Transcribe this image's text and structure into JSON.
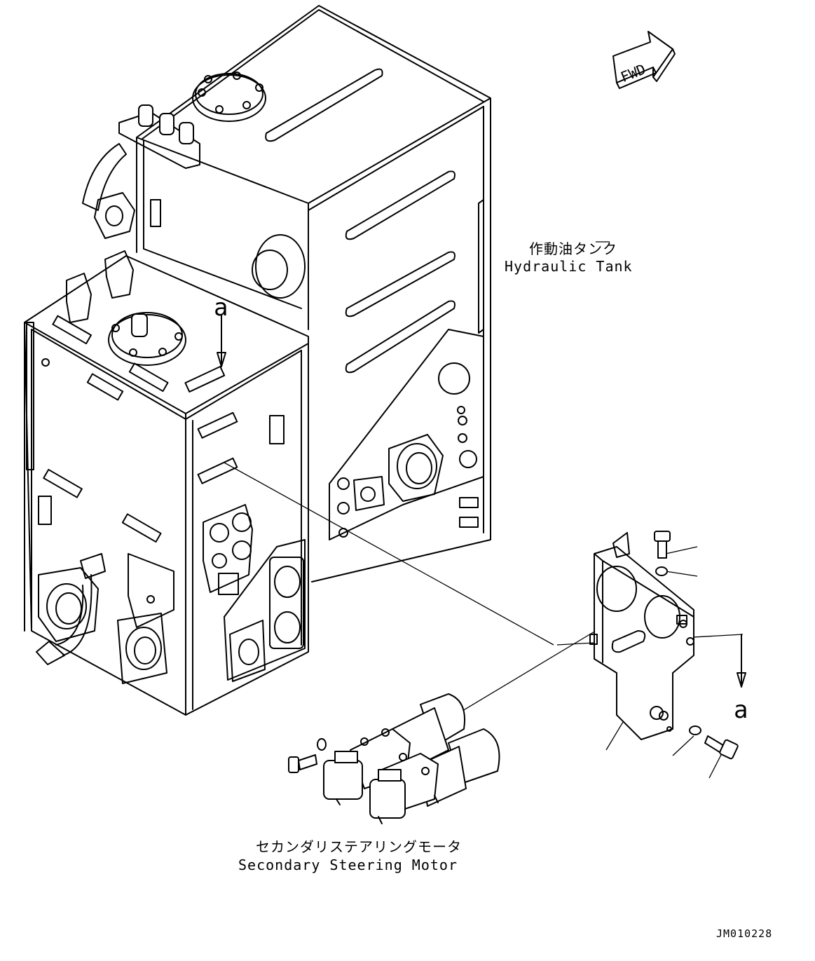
{
  "fwd_label": "FWD",
  "callouts": {
    "hydraulic_tank_jp": "作動油タンク",
    "hydraulic_tank_en": "Hydraulic Tank",
    "steering_motor_jp": "セカンダリステアリングモータ",
    "steering_motor_en": "Secondary Steering Motor"
  },
  "reference_marks": {
    "mark_a_top": "a",
    "mark_a_right": "a"
  },
  "drawing_number": "JM010228",
  "colors": {
    "line": "#000000",
    "background": "#ffffff"
  }
}
